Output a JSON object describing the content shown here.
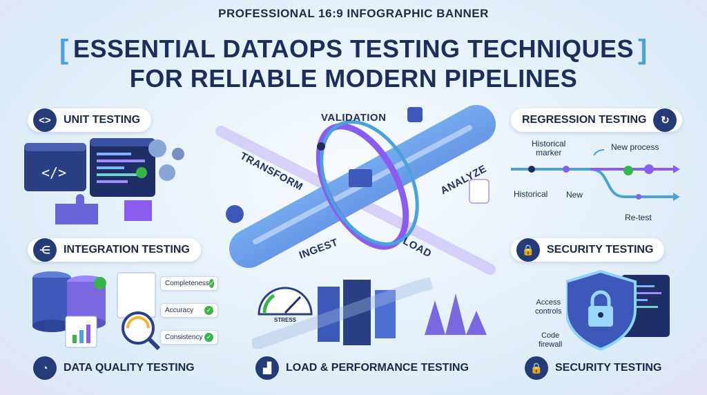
{
  "header": {
    "subtitle": "PROFESSIONAL 16:9 INFOGRAPHIC BANNER",
    "title_line1": "ESSENTIAL DATAOPS TESTING TECHNIQUES",
    "title_line2": "FOR RELIABLE MODERN PIPELINES",
    "bracket_left": "[",
    "bracket_right": "]"
  },
  "sections": {
    "unit": "UNIT TESTING",
    "integration": "INTEGRATION TESTING",
    "data_quality": "DATA QUALITY TESTING",
    "load": "LOAD & PERFORMANCE TESTING",
    "regression": "REGRESSION TESTING",
    "security_top": "SECURITY TESTING",
    "security_bottom": "SECURITY TESTING"
  },
  "pipeline": {
    "validation": "VALIDATION",
    "transform": "TRANSFORM",
    "analyze": "ANALYZE",
    "ingest": "INGEST",
    "load": "LOAD"
  },
  "quality_tags": [
    "Completeness",
    "Accuracy",
    "Consistency"
  ],
  "regression_labels": {
    "historical_marker": "Historical\nmarker",
    "new_process": "New process",
    "historical": "Historical",
    "new": "New",
    "retest": "Re-test"
  },
  "security_labels": {
    "access": "Access\ncontrols",
    "firewall": "Code\nfirewall"
  },
  "gauge_label": "STRESS",
  "colors": {
    "navy": "#1d2d5c",
    "accent": "#4aa2dc",
    "purple": "#8a5cf0",
    "green": "#38b54a"
  },
  "icons": {
    "unit": "code-brackets-icon",
    "integration": "network-nodes-icon",
    "data_quality": "gauge-search-icon",
    "load": "bar-chart-icon",
    "regression": "clock-refresh-icon",
    "security": "lock-icon"
  }
}
